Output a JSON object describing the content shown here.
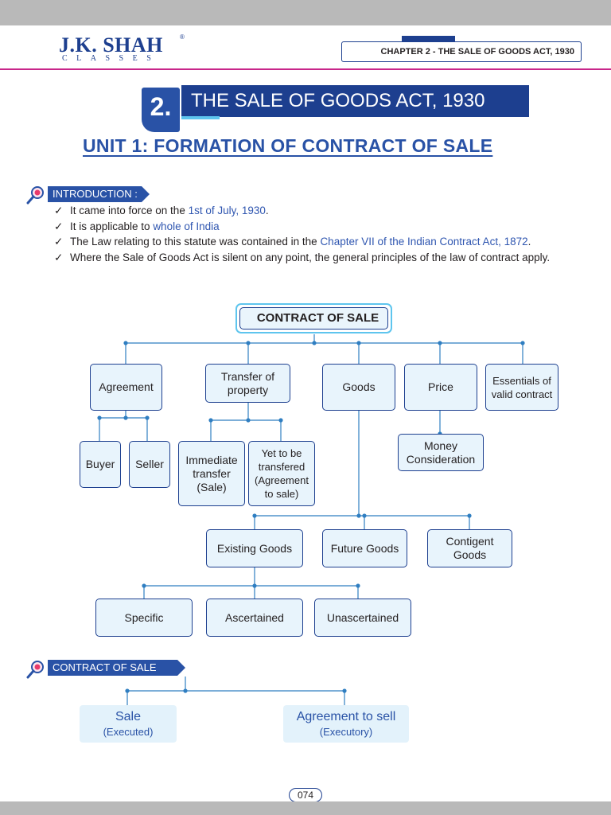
{
  "header": {
    "logo_main": "J.K. SHAH",
    "logo_sub": "CLASSES",
    "logo_reg": "®",
    "chapter": "CHAPTER 2 - THE SALE OF GOODS ACT, 1930"
  },
  "title": {
    "number": "2.",
    "text": "THE SALE OF GOODS ACT, 1930"
  },
  "unit_title": "UNIT 1: FORMATION OF CONTRACT OF SALE",
  "intro": {
    "label": "INTRODUCTION :",
    "bullets": [
      {
        "pre": "It came into force on the ",
        "hl": "1st of July, 1930",
        "post": "."
      },
      {
        "pre": "It is applicable to ",
        "hl": "whole of India",
        "post": ""
      },
      {
        "pre": "The Law relating to this statute was contained in the ",
        "hl": "Chapter VII of the Indian Contract Act, 1872",
        "post": "."
      },
      {
        "pre": "Where the Sale of Goods Act is silent on any point, the general principles of the law of contract apply.",
        "hl": "",
        "post": ""
      }
    ]
  },
  "chart1": {
    "root": "CONTRACT OF SALE",
    "level1": [
      "Agreement",
      "Transfer of property",
      "Goods",
      "Price",
      "Essentials of valid contract"
    ],
    "agreement_children": [
      "Buyer",
      "Seller"
    ],
    "transfer_children": [
      "Immediate transfer (Sale)",
      "Yet to be transfered (Agreement to sale)"
    ],
    "price_children": [
      "Money Consideration"
    ],
    "goods_children": [
      "Existing Goods",
      "Future Goods",
      "Contigent Goods"
    ],
    "existing_children": [
      "Specific",
      "Ascertained",
      "Unascertained"
    ]
  },
  "section2": {
    "label": "CONTRACT OF SALE",
    "sale": {
      "title": "Sale",
      "sub": "(Executed)"
    },
    "agreement": {
      "title": "Agreement to sell",
      "sub": "(Executory)"
    }
  },
  "footer": {
    "page": "074"
  },
  "colors": {
    "primary": "#1d3f8f",
    "accent": "#2952a6",
    "light": "#e8f4fc",
    "divider": "#c8268a",
    "cyan": "#5ec5ee"
  }
}
